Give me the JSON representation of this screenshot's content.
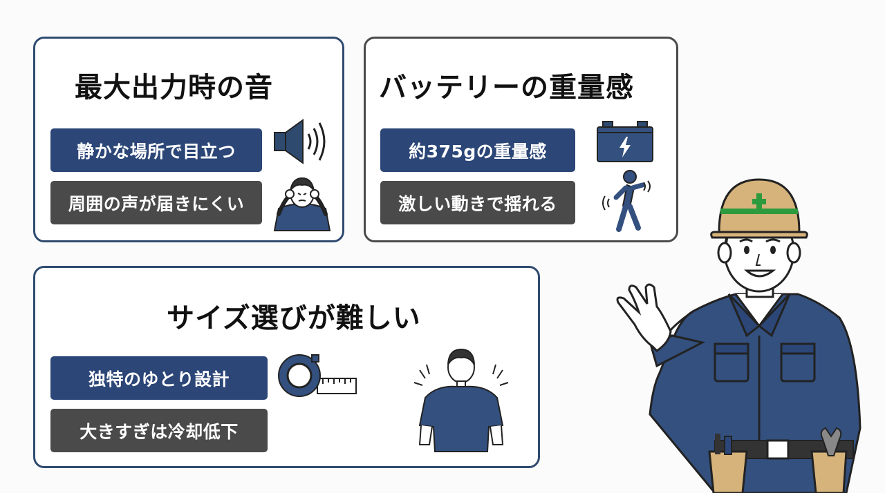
{
  "panels": {
    "max_output": {
      "title": "最大出力時の音",
      "tag_primary": "静かな場所で目立つ",
      "tag_secondary": "周囲の声が届きにくい"
    },
    "battery": {
      "title": "バッテリーの重量感",
      "tag_primary": "約375gの重量感",
      "tag_secondary": "激しい動きで揺れる"
    },
    "size": {
      "title": "サイズ選びが難しい",
      "tag_primary": "独特のゆとり設計",
      "tag_secondary": "大きすぎは冷却低下"
    }
  },
  "icons": [
    "speaker-icon",
    "covering-ears-person-icon",
    "battery-icon",
    "shaking-person-icon",
    "tape-measure-icon",
    "loose-shirt-person-icon",
    "worker-character"
  ],
  "colors": {
    "panel_border_blue": "#2f4a6f",
    "panel_border_gray": "#4a4a4a",
    "tag_blue": "#2b4677",
    "tag_dark": "#4a4a4a",
    "uniform_blue": "#33507f",
    "helmet_tan": "#d6b37a",
    "helmet_cross_green": "#2d9a3e"
  }
}
